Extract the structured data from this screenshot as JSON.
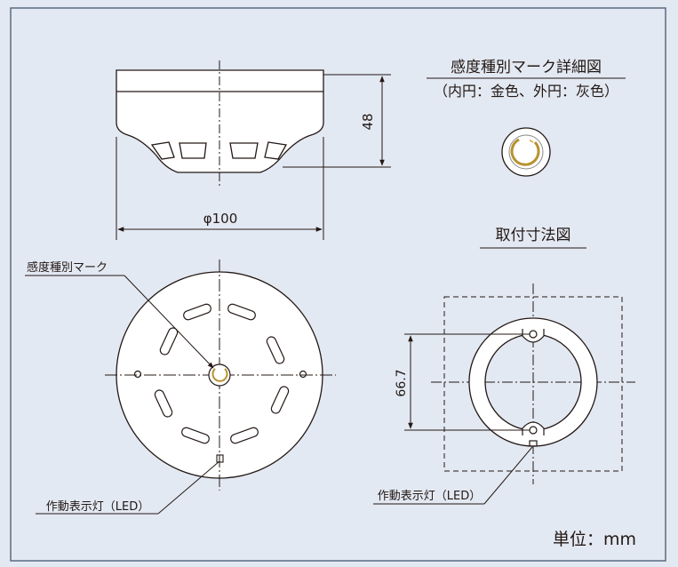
{
  "colors": {
    "background": "#e3e9f2",
    "frame": "#5b6b80",
    "line": "#231815",
    "body": "#ffffff",
    "mark_outer": "#ffffff",
    "mark_inner": "#b8922e"
  },
  "detail": {
    "title": "感度種別マーク詳細図",
    "subtitle": "（内円：金色、外円：灰色）"
  },
  "side_view": {
    "height_dim": "48",
    "diameter_dim": "φ100"
  },
  "mounting": {
    "title": "取付寸法図",
    "dim": "66.7",
    "led_label": "作動表示灯（LED）"
  },
  "top_view": {
    "mark_label": "感度種別マーク",
    "led_label": "作動表示灯（LED）"
  },
  "unit": "単位：mm"
}
